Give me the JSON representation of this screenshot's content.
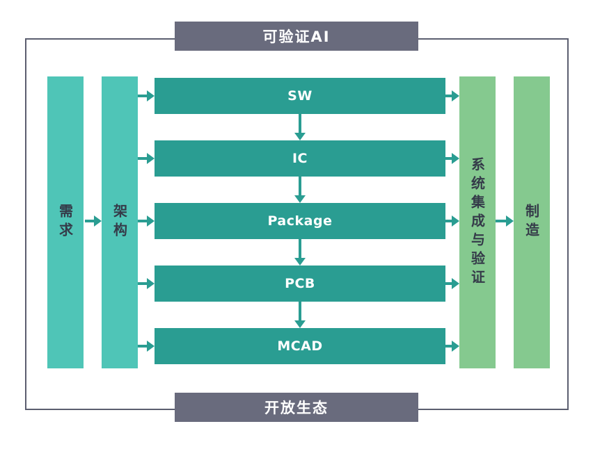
{
  "diagram": {
    "top_banner": {
      "label": "可验证AI"
    },
    "bottom_banner": {
      "label": "开放生态"
    },
    "left_columns": [
      {
        "label": "需求"
      },
      {
        "label": "架构"
      }
    ],
    "process_rows": [
      {
        "label": "SW"
      },
      {
        "label": "IC"
      },
      {
        "label": "Package"
      },
      {
        "label": "PCB"
      },
      {
        "label": "MCAD"
      }
    ],
    "right_columns": [
      {
        "label": "系统集成与验证"
      },
      {
        "label": "制造"
      }
    ],
    "colors": {
      "banner": "#696b7d",
      "column_teal": "#4fc5b7",
      "row_teal": "#2a9d92",
      "column_green": "#85c98f",
      "arrow": "#2a9d92",
      "label_dark": "#353b49",
      "border": "#5b5e6f"
    }
  }
}
